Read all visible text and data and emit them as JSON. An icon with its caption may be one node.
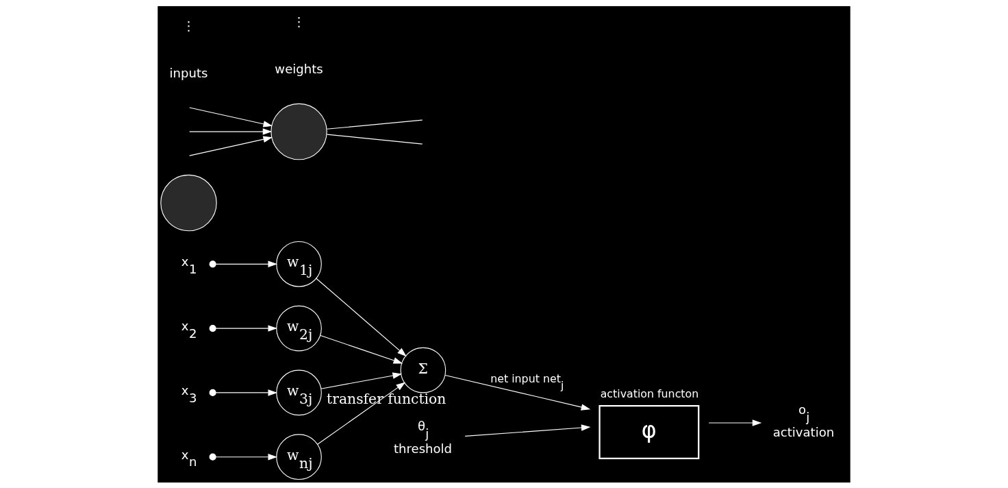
{
  "diagram": {
    "nodes": [
      {
        "text": [
          "x$_{1}$"
        ]
      },
      {
        "text": [
          "x$_{2}$"
        ]
      },
      {
        "text": [
          "x$_{3}$"
        ]
      },
      {
        "text": [
          "x$_{n}$"
        ]
      },
      {
        "text": [
          "w$_{1j}$"
        ]
      },
      {
        "text": [
          "w$_{2j}$"
        ]
      },
      {
        "text": [
          "w$_{3j}$"
        ]
      },
      {
        "text": [
          "w$_{nj}$"
        ]
      },
      {
        "text": [
          "Σ"
        ],
        "beside": [
          "transfer function"
        ]
      },
      {
        "text": [
          "activation functon",
          "φ"
        ]
      },
      {
        "text": [
          "o$_{j}$",
          "activation"
        ]
      },
      {
        "text": [
          "θ$_{j}$",
          "threshold"
        ]
      },
      {
        "text": [],
        "shape": "circle"
      },
      {
        "text": [],
        "shape": "circle"
      }
    ],
    "edges": [
      {
        "from": 0,
        "to": 4,
        "arrow": "to"
      },
      {
        "from": 1,
        "to": 5,
        "arrow": "to"
      },
      {
        "from": 2,
        "to": 6,
        "arrow": "to"
      },
      {
        "from": 3,
        "to": 7,
        "arrow": "to"
      },
      {
        "from": 4,
        "to": 8,
        "arrow": "to"
      },
      {
        "from": 5,
        "to": 8,
        "arrow": "to"
      },
      {
        "from": 6,
        "to": 8,
        "arrow": "to"
      },
      {
        "from": 7,
        "to": 8,
        "arrow": "to"
      },
      {
        "from": 8,
        "to": 9,
        "arrow": "to",
        "label": "net input net$_{j}$"
      },
      {
        "from": 9,
        "to": 10,
        "arrow": "to"
      },
      {
        "from": 11,
        "to": 9,
        "arrow": "to"
      },
      {
        "from": 13,
        "to": null,
        "arrow": "none"
      },
      {
        "from": 13,
        "to": null,
        "arrow": "none"
      },
      {
        "from": null,
        "to": 13,
        "arrow": "to"
      },
      {
        "from": null,
        "to": 13,
        "arrow": "to"
      },
      {
        "from": null,
        "to": 13,
        "arrow": "to"
      }
    ],
    "labels": [
      "inputs",
      "weights",
      "⋮",
      "⋮"
    ]
  }
}
